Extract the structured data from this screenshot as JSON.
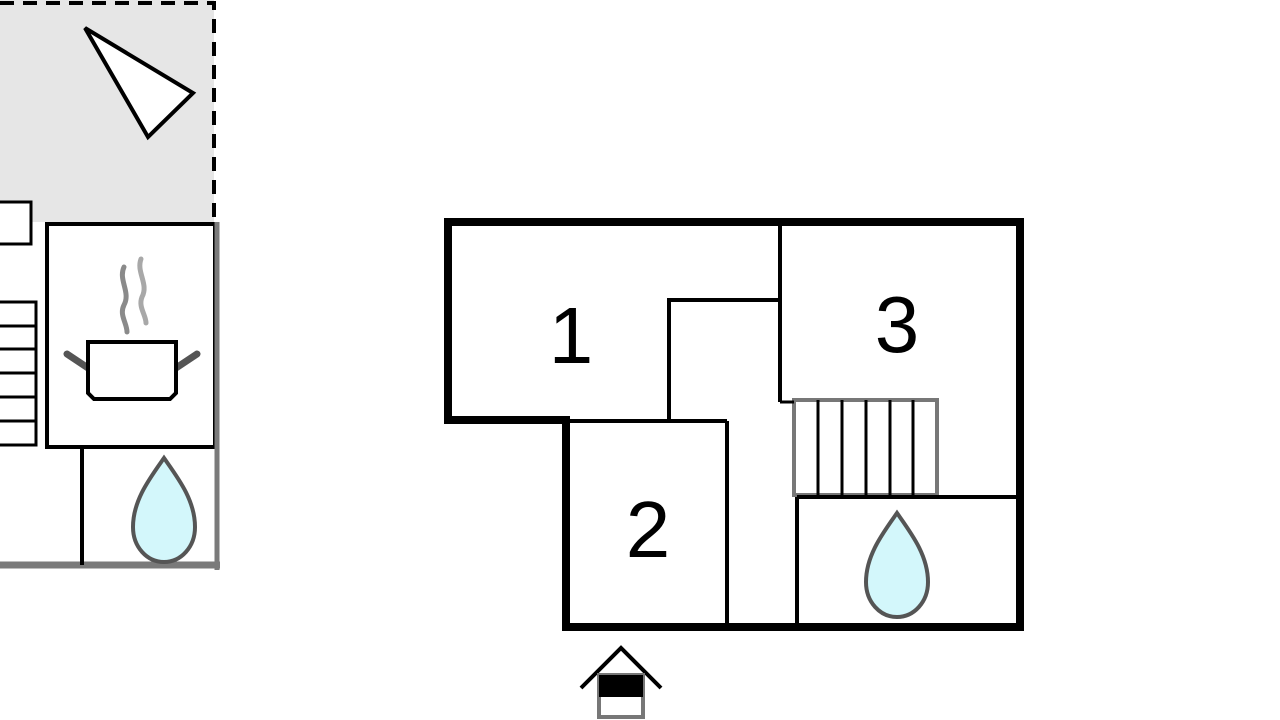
{
  "rooms": [
    {
      "number": "1"
    },
    {
      "number": "2"
    },
    {
      "number": "3"
    }
  ],
  "icons": {
    "compass": "north-arrow-icon",
    "kitchen": "cooking-pot-icon",
    "bathroom": "water-drop-icon",
    "stairs": "stairs-icon",
    "entrance": "entrance-house-icon"
  },
  "colors": {
    "wall": "#000000",
    "terrace_fill": "#e6e6e6",
    "water_drop_fill": "#d3f7fb",
    "water_drop_outline": "#555555",
    "stairs_outline": "#777777",
    "steam": "#8a8a8a",
    "pot_handle": "#555555",
    "entrance_door": "#000000"
  }
}
